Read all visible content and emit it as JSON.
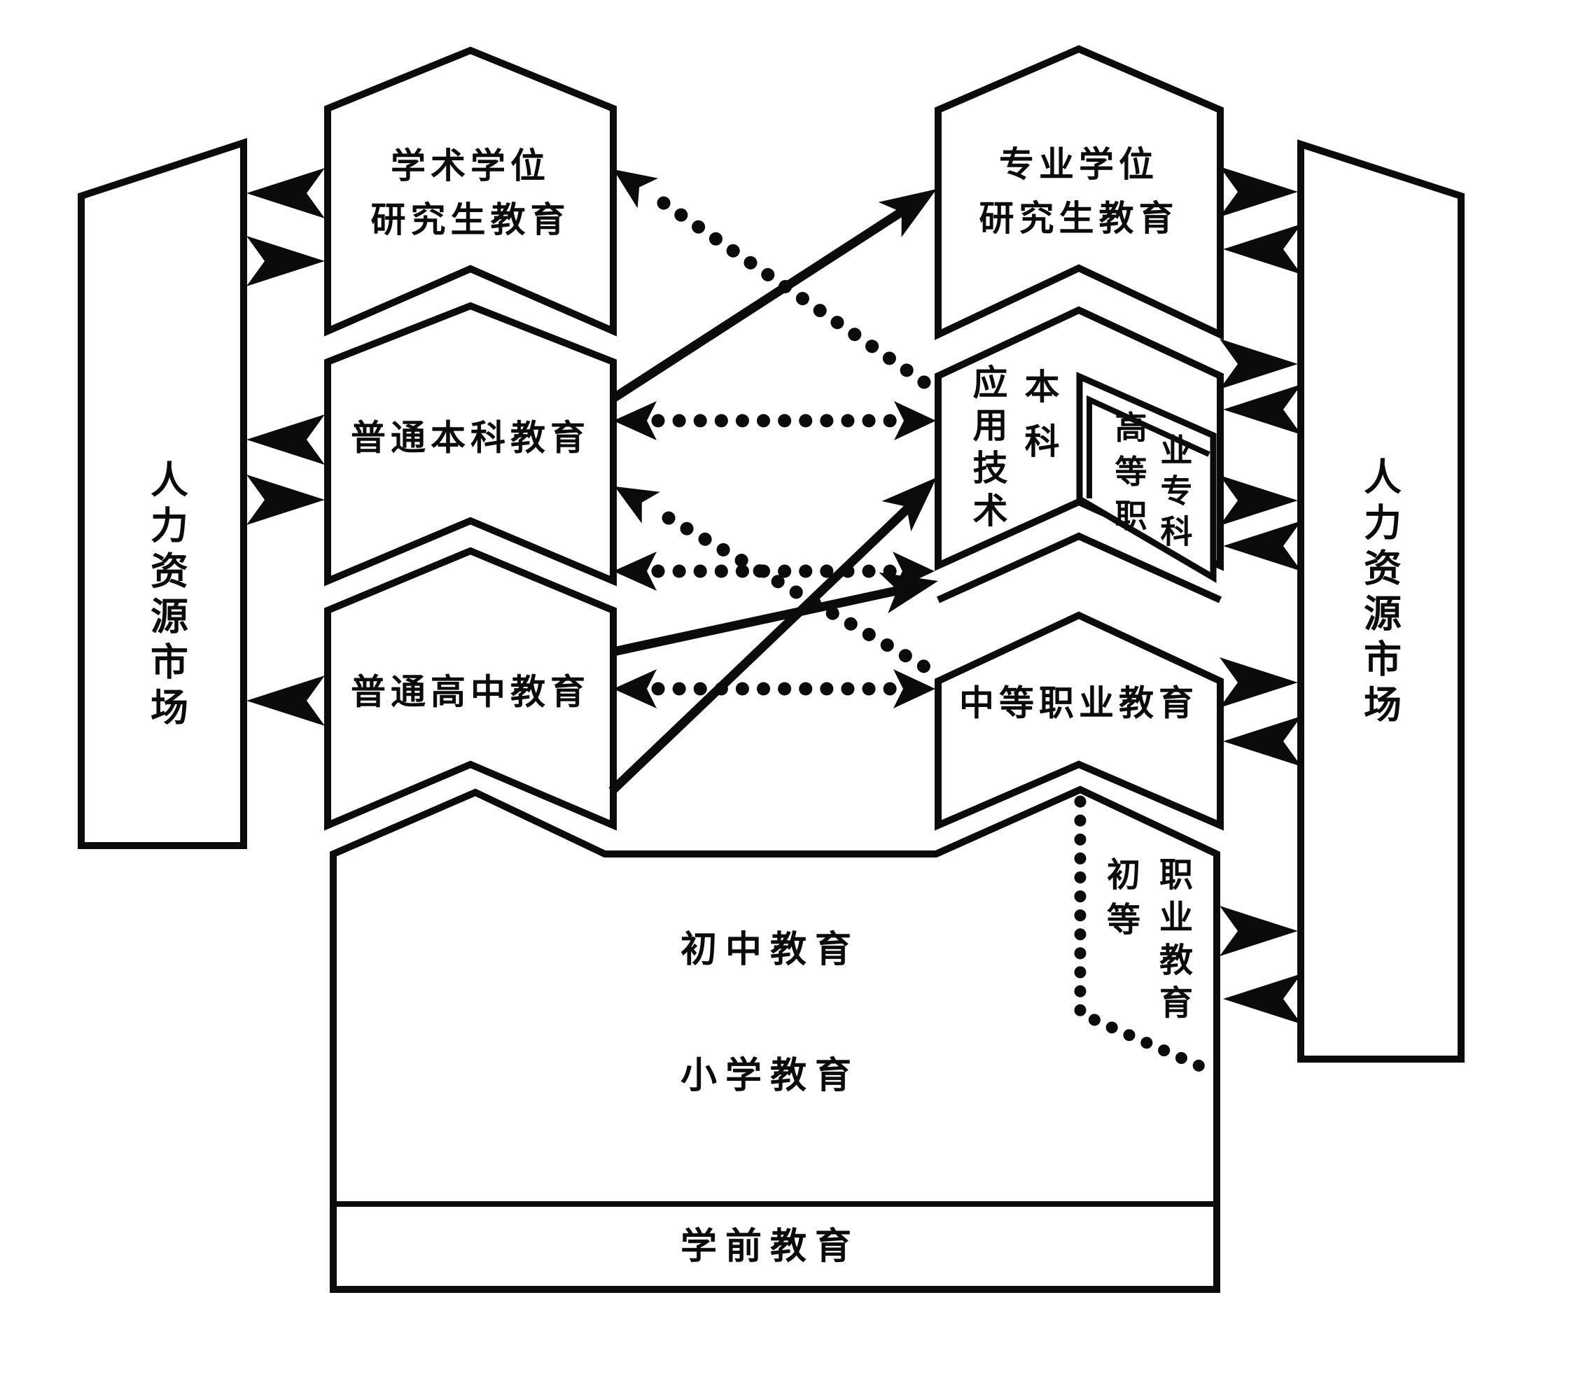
{
  "market": {
    "label": "人力资源市场"
  },
  "banners": {
    "academic_graduate": {
      "line1": "学术学位",
      "line2": "研究生教育"
    },
    "professional_graduate": {
      "line1": "专业学位",
      "line2": "研究生教育"
    },
    "regular_undergraduate": {
      "label": "普通本科教育"
    },
    "regular_highschool": {
      "label": "普通高中教育"
    },
    "applied_tech": {
      "col1": "应用技术",
      "col2": "本科"
    },
    "higher_vocational": {
      "col1": "高等职",
      "col2": "业专科"
    },
    "secondary_vocational": {
      "label": "中等职业教育"
    },
    "elementary_vocational": {
      "col1": "初等",
      "col2": "职业教育"
    }
  },
  "basic_education": {
    "junior": "初中教育",
    "primary": "小学教育",
    "preschool": "学前教育"
  },
  "colors": {
    "ink": "#0b0b0b",
    "background": "#ffffff"
  }
}
